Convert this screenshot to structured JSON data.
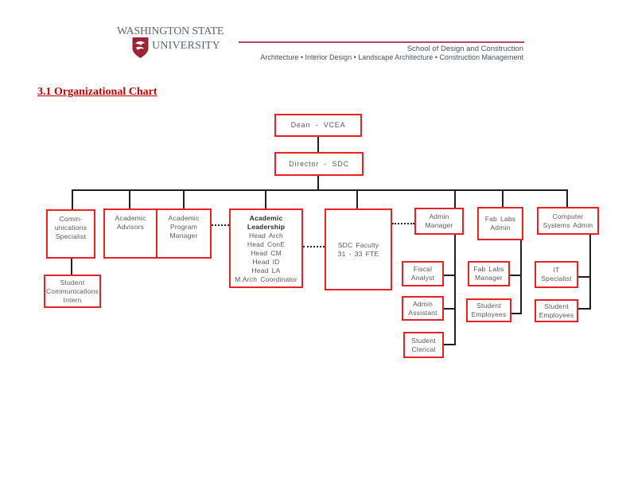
{
  "header": {
    "wordmark_line1": "WASHINGTON STATE",
    "wordmark_line2": "UNIVERSITY",
    "logo_icon": "wsu-cougar-shield",
    "dept_line1": "School of Design and Construction",
    "dept_line2": "Architecture • Interior Design • Landscape Architecture • Construction Management",
    "brand_crimson": "#9d2235",
    "wordmark_gray": "#5d6770",
    "rule_color": "#b5485c"
  },
  "section_title": "3.1 Organizational Chart",
  "colors": {
    "box_border_red": "#e62222",
    "title_red": "#c00000",
    "connector_dark": "#1f1f1f",
    "box_text_gray": "#595959"
  },
  "org": {
    "dean": "Dean - VCEA",
    "director": "Director - SDC",
    "communications_specialist": "Comm-\nunications\nSpecialist",
    "academic_advisors": "Academic\nAdvisors",
    "academic_program_manager": "Academic\nProgram\nManager",
    "academic_leadership_title": "Academic\nLeadership",
    "academic_leadership_body": "Head Arch\nHead ConE\nHead CM\nHead ID\nHead LA\nM.Arch Coordinator",
    "sdc_faculty": "SDC Faculty\n31 - 33 FTE",
    "admin_manager": "Admin\nManager",
    "fab_labs_admin": "Fab Labs\nAdmin",
    "computer_systems_admin": "Computer\nSystems Admin",
    "student_communications_intern": "Student\nCommunications\nIntern",
    "fiscal_analyst": "Fiscal\nAnalyst",
    "admin_assistant": "Admin\nAssistant",
    "student_clerical": "Student\nClerical",
    "fab_labs_manager": "Fab Labs\nManager",
    "fab_student_employees": "Student\nEmployees",
    "it_specialist": "IT\nSpecialist",
    "it_student_employees": "Student\nEmployees"
  }
}
